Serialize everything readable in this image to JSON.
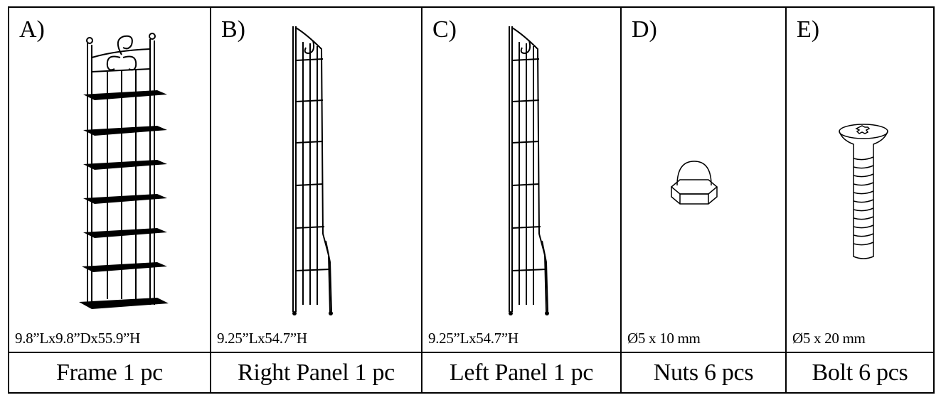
{
  "parts": [
    {
      "letter": "A)",
      "dims": "9.8”Lx9.8”Dx55.9”H",
      "name": "Frame 1 pc",
      "icon": "frame-icon"
    },
    {
      "letter": "B)",
      "dims": "9.25”Lx54.7”H",
      "name": "Right Panel 1 pc",
      "icon": "right-panel-icon"
    },
    {
      "letter": "C)",
      "dims": "9.25”Lx54.7”H",
      "name": "Left Panel 1 pc",
      "icon": "left-panel-icon"
    },
    {
      "letter": "D)",
      "dims": "Ø5 x 10 mm",
      "name": "Nuts 6 pcs",
      "icon": "nut-icon"
    },
    {
      "letter": "E)",
      "dims": "Ø5 x 20 mm",
      "name": "Bolt 6 pcs",
      "icon": "bolt-icon"
    }
  ]
}
